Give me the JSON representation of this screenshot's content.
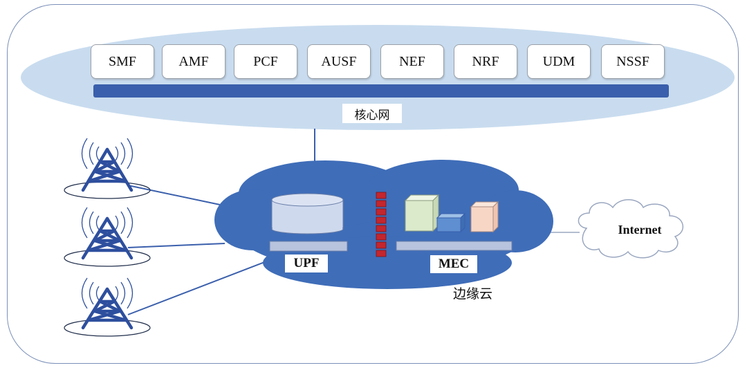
{
  "core_network": {
    "label": "核心网",
    "functions": [
      "SMF",
      "AMF",
      "PCF",
      "AUSF",
      "NEF",
      "NRF",
      "UDM",
      "NSSF"
    ]
  },
  "edge_cloud": {
    "label": "边缘云",
    "upf_label": "UPF",
    "mec_label": "MEC"
  },
  "internet": {
    "label": "Internet"
  },
  "colors": {
    "frame": "#7a8fb8",
    "core_ellipse": "#c9dcef",
    "bus": "#3a5fac",
    "edge_cloud": "#3f6db8",
    "firewall": "#c4262e",
    "tower": "#2e4f9e"
  }
}
